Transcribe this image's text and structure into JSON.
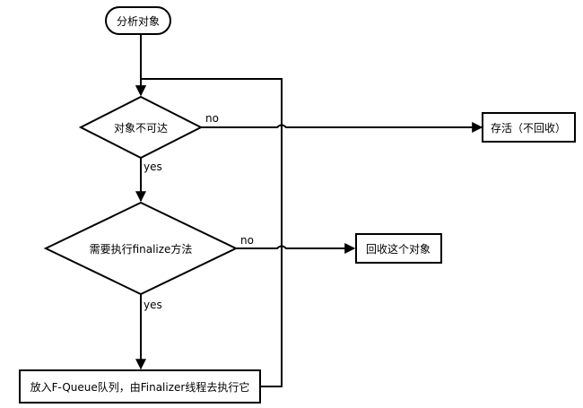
{
  "nodes": {
    "start": "分析对象",
    "decision1": "对象不可达",
    "decision2": "需要执行finalize方法",
    "alive": "存活（不回收）",
    "reclaim": "回收这个对象",
    "queue": "放入F-Queue队列，由Finalizer线程去执行它"
  },
  "edges": {
    "d1_no": "no",
    "d1_yes": "yes",
    "d2_no": "no",
    "d2_yes": "yes"
  }
}
